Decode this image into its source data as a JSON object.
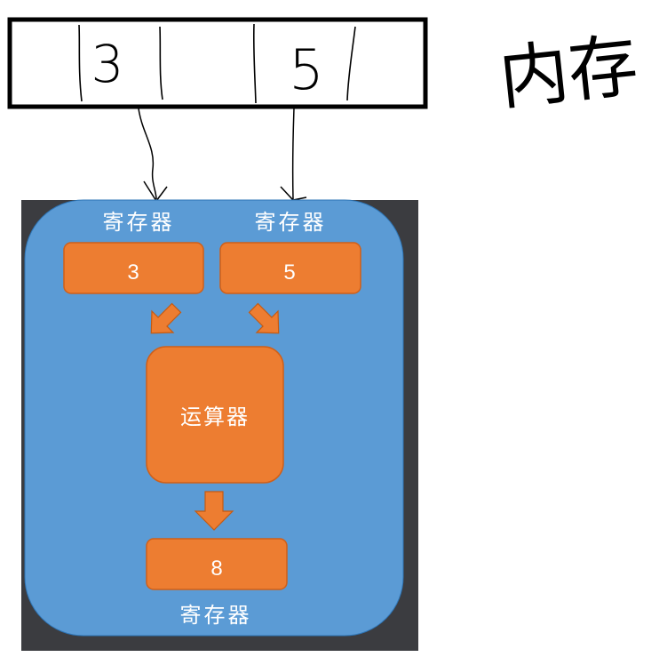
{
  "memory": {
    "label": "内存",
    "cells": [
      "3",
      "5"
    ]
  },
  "cpu": {
    "register_a": {
      "title": "寄存器",
      "value": "3"
    },
    "register_b": {
      "title": "寄存器",
      "value": "5"
    },
    "alu": {
      "label": "运算器"
    },
    "register_result": {
      "title": "寄存器",
      "value": "8"
    }
  },
  "colors": {
    "cpu_background": "#5b9bd5",
    "frame_dark": "#3b3c40",
    "block_fill": "#ed7d31",
    "block_stroke": "#d05f18",
    "ink": "#000000",
    "text_light": "#ffffff"
  }
}
